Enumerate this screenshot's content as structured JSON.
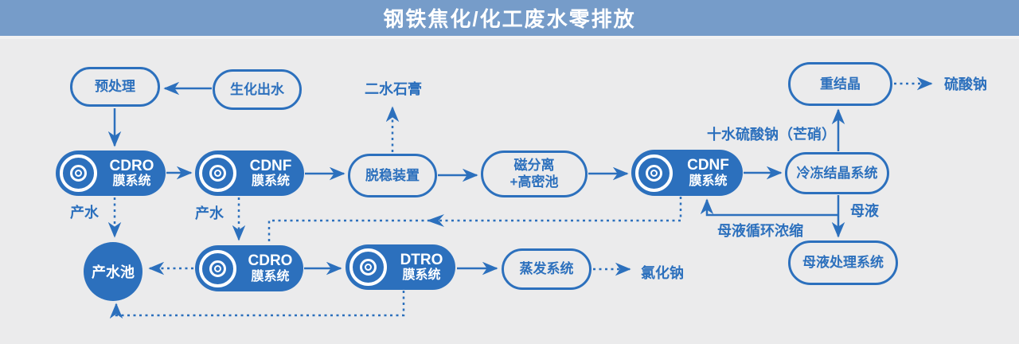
{
  "header": {
    "title": "钢铁焦化/化工废水零排放"
  },
  "colors": {
    "header_bg": "#769CC9",
    "accent": "#2C70BD",
    "page_bg": "#EBEBEC",
    "node_text": "#FFFFFF"
  },
  "nodes": {
    "pretreatment": {
      "label": "预处理"
    },
    "biochemical_outflow": {
      "label": "生化出水"
    },
    "cdro_membrane_1": {
      "label": "CDRO",
      "sublabel": "膜系统"
    },
    "cdnf_membrane_1": {
      "label": "CDNF",
      "sublabel": "膜系统"
    },
    "destabilization_unit": {
      "label": "脱稳装置"
    },
    "magnetic_separation": {
      "label": "磁分离",
      "sublabel": "+高密池"
    },
    "cdnf_membrane_2": {
      "label": "CDNF",
      "sublabel": "膜系统"
    },
    "freeze_crystallization": {
      "label": "冷冻结晶系统"
    },
    "recrystallization": {
      "label": "重结晶"
    },
    "product_water_pool": {
      "label": "产水池"
    },
    "cdro_membrane_2": {
      "label": "CDRO",
      "sublabel": "膜系统"
    },
    "dtro_membrane": {
      "label": "DTRO",
      "sublabel": "膜系统"
    },
    "evaporation_system": {
      "label": "蒸发系统"
    },
    "mother_liquor_system": {
      "label": "母液处理系统"
    }
  },
  "flow_labels": {
    "dihydrate_gypsum": "二水石膏",
    "sodium_sulfate": "硫酸钠",
    "glauber_salt": "十水硫酸钠（芒硝）",
    "product_water_1": "产水",
    "product_water_2": "产水",
    "sodium_chloride": "氯化钠",
    "mother_liquor": "母液",
    "mother_liquor_recycle": "母液循环浓缩"
  }
}
